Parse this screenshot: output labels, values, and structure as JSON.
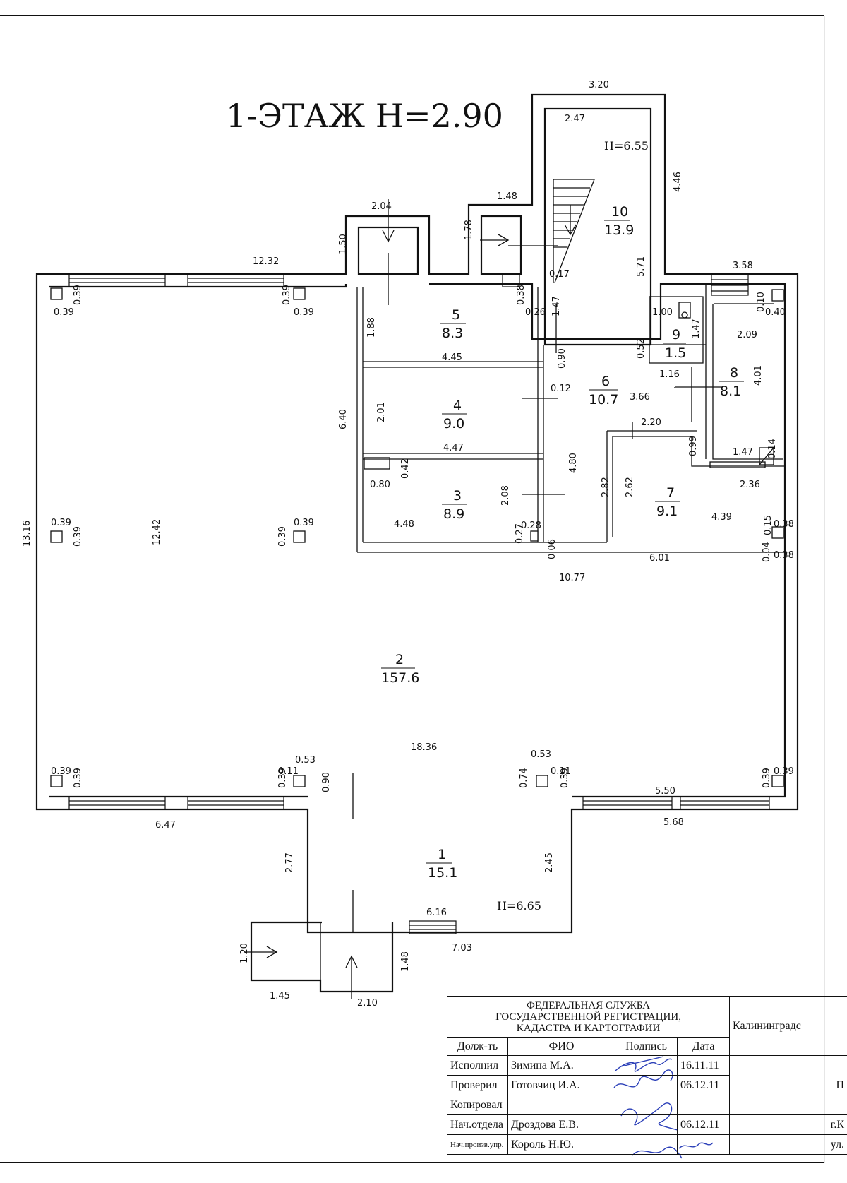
{
  "plan": {
    "title": "1-ЭТАЖ  Н=2.90",
    "heights": [
      "Н=6.55",
      "Н=6.65"
    ],
    "rooms": [
      {
        "num": "1",
        "area": "15.1"
      },
      {
        "num": "2",
        "area": "157.6"
      },
      {
        "num": "3",
        "area": "8.9"
      },
      {
        "num": "4",
        "area": "9.0"
      },
      {
        "num": "5",
        "area": "8.3"
      },
      {
        "num": "6",
        "area": "10.7"
      },
      {
        "num": "7",
        "area": "9.1"
      },
      {
        "num": "8",
        "area": "8.1"
      },
      {
        "num": "9",
        "area": "1.5"
      },
      {
        "num": "10",
        "area": "13.9"
      }
    ],
    "dims": [
      "3.20",
      "2.47",
      "4.46",
      "2.04",
      "1.48",
      "1.50",
      "1.78",
      "12.32",
      "0.17",
      "5.71",
      "3.58",
      "0.39",
      "0.39",
      "0.39",
      "0.39",
      "0.38",
      "0.26",
      "1.88",
      "1.47",
      "1.00",
      "1.47",
      "0.10",
      "0.40",
      "2.09",
      "4.45",
      "0.90",
      "0.52",
      "1.16",
      "4.01",
      "6.40",
      "2.01",
      "0.12",
      "3.66",
      "4.47",
      "2.20",
      "0.99",
      "1.47",
      "0.14",
      "0.42",
      "0.80",
      "2.08",
      "4.80",
      "2.82",
      "2.62",
      "2.36",
      "4.39",
      "0.39",
      "0.39",
      "0.39",
      "0.39",
      "12.42",
      "4.48",
      "0.27",
      "0.28",
      "0.15",
      "0.38",
      "0.06",
      "6.01",
      "0.04",
      "0.38",
      "10.77",
      "13.16",
      "18.36",
      "0.53",
      "0.53",
      "0.39",
      "0.39",
      "0.11",
      "0.39",
      "0.90",
      "0.74",
      "0.11",
      "0.39",
      "0.39",
      "0.39",
      "6.47",
      "5.50",
      "5.68",
      "2.77",
      "2.45",
      "6.16",
      "7.03",
      "1.20",
      "1.48",
      "1.45",
      "2.10"
    ]
  },
  "stamp": {
    "org_line1": "ФЕДЕРАЛЬНАЯ СЛУЖБА",
    "org_line2": "ГОСУДАРСТВЕННОЙ РЕГИСТРАЦИИ,",
    "org_line3": "КАДАСТРА И КАРТОГРАФИИ",
    "region": "Калининградс",
    "headers": [
      "Долж-ть",
      "ФИО",
      "Подпись",
      "Дата"
    ],
    "rows": [
      {
        "role": "Исполнил",
        "name": "Зимина М.А.",
        "date": "16.11.11"
      },
      {
        "role": "Проверил",
        "name": "Готовчиц И.А.",
        "date": "06.12.11"
      },
      {
        "role": "Копировал",
        "name": "",
        "date": ""
      },
      {
        "role": "Нач.отдела",
        "name": "Дроздова Е.В.",
        "date": "06.12.11"
      },
      {
        "role": "Нач.произв.упр.",
        "name": "Король Н.Ю.",
        "date": ""
      }
    ],
    "right_p": "П",
    "right_city": "г.К",
    "right_street": "ул."
  }
}
